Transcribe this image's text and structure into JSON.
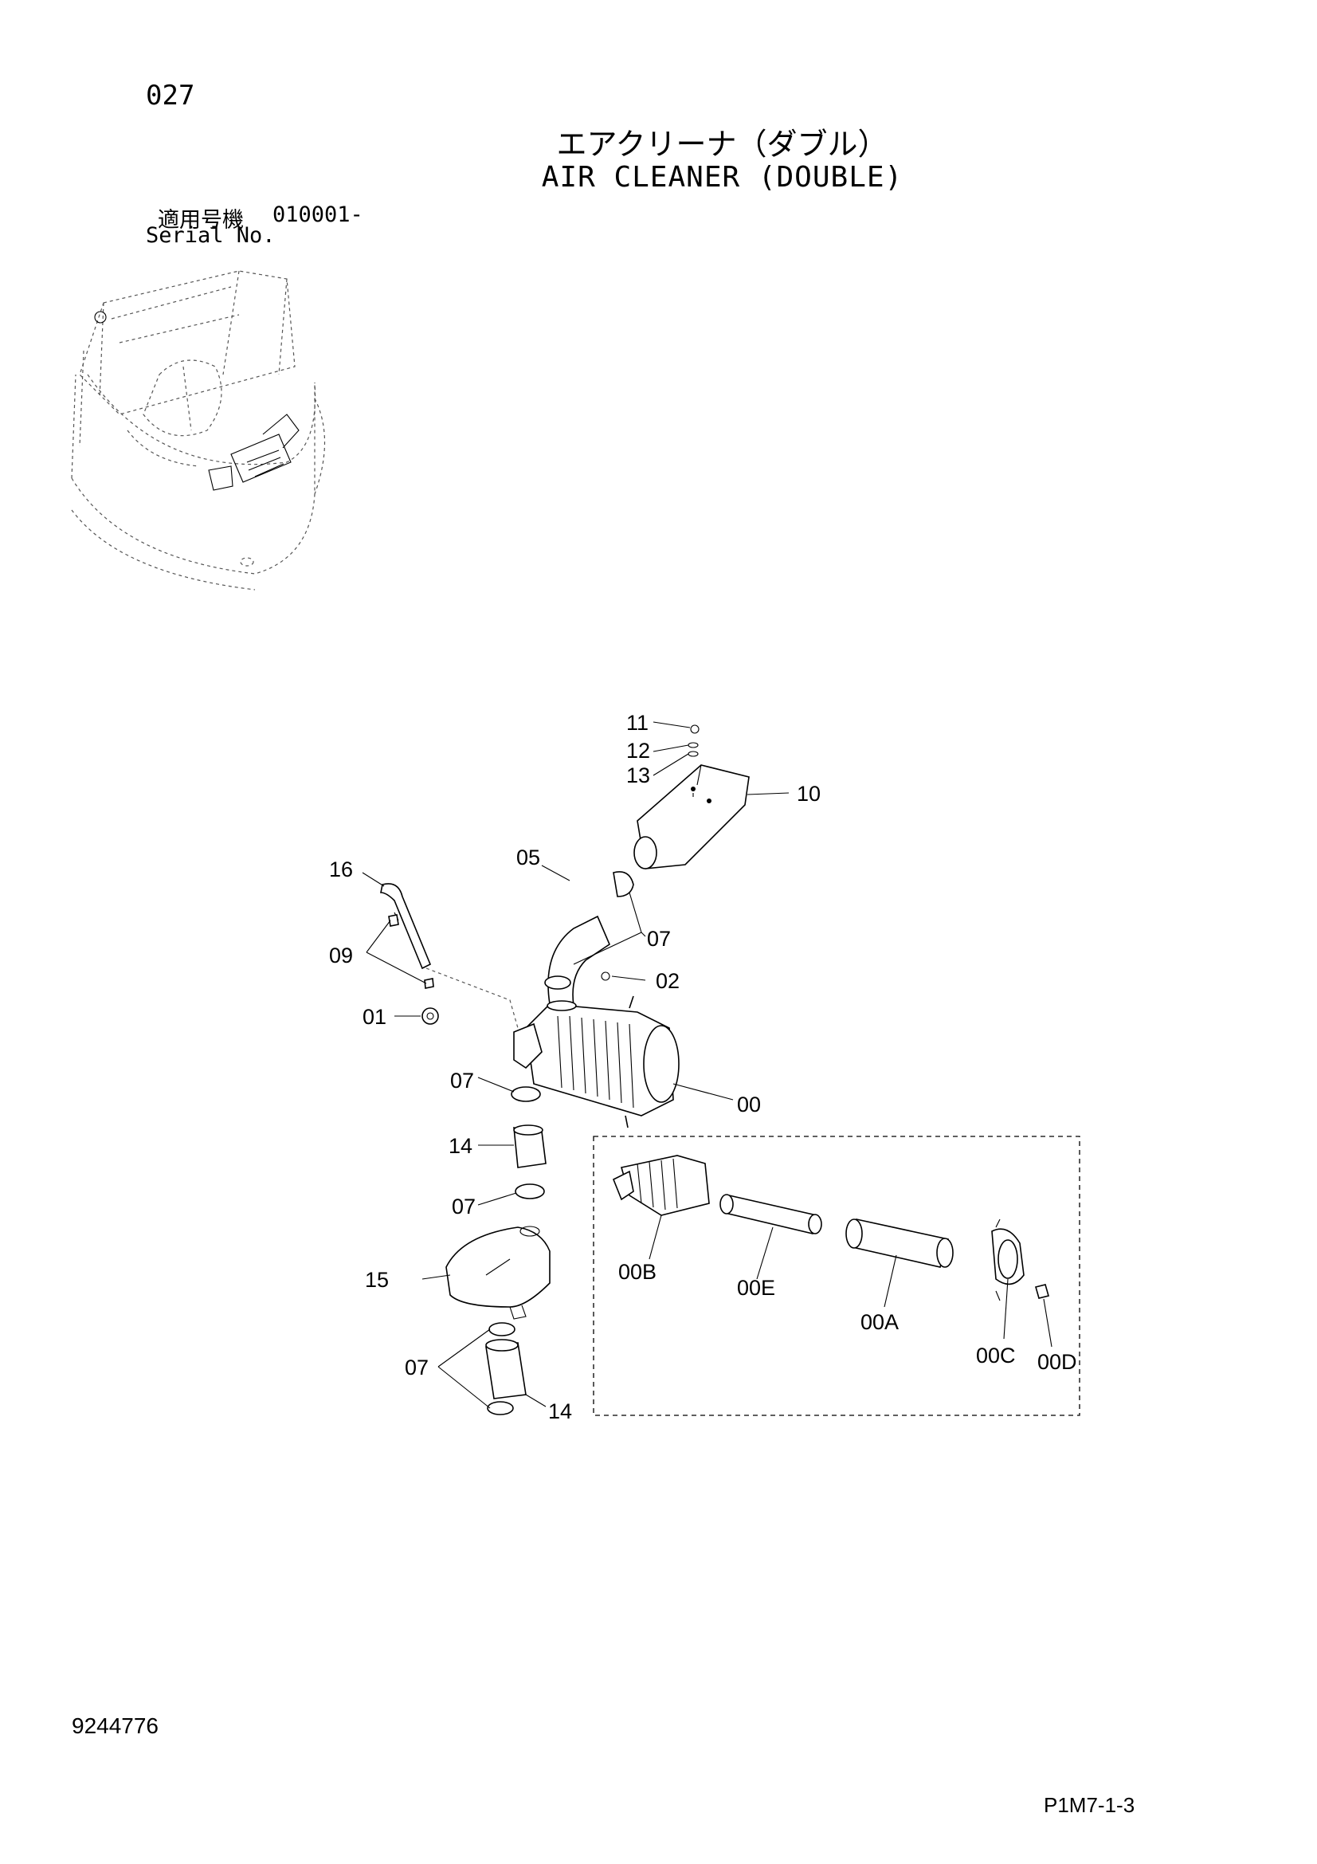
{
  "header": {
    "page_number": "027",
    "title_jp": "エアクリーナ（ダブル）",
    "title_en": "AIR CLEANER (DOUBLE)",
    "serial_label_jp": "適用号機",
    "serial_range": "010001-",
    "serial_label_en": "Serial No."
  },
  "callouts": {
    "c11": "11",
    "c12": "12",
    "c13": "13",
    "c10": "10",
    "c16": "16",
    "c05": "05",
    "c07a": "07",
    "c09": "09",
    "c02": "02",
    "c01": "01",
    "c07b": "07",
    "c00": "00",
    "c14a": "14",
    "c07c": "07",
    "c15": "15",
    "c07d": "07",
    "c14b": "14",
    "c00B": "00B",
    "c00E": "00E",
    "c00A": "00A",
    "c00C": "00C",
    "c00D": "00D"
  },
  "footer": {
    "document_number": "9244776",
    "page_code": "P1M7-1-3"
  }
}
